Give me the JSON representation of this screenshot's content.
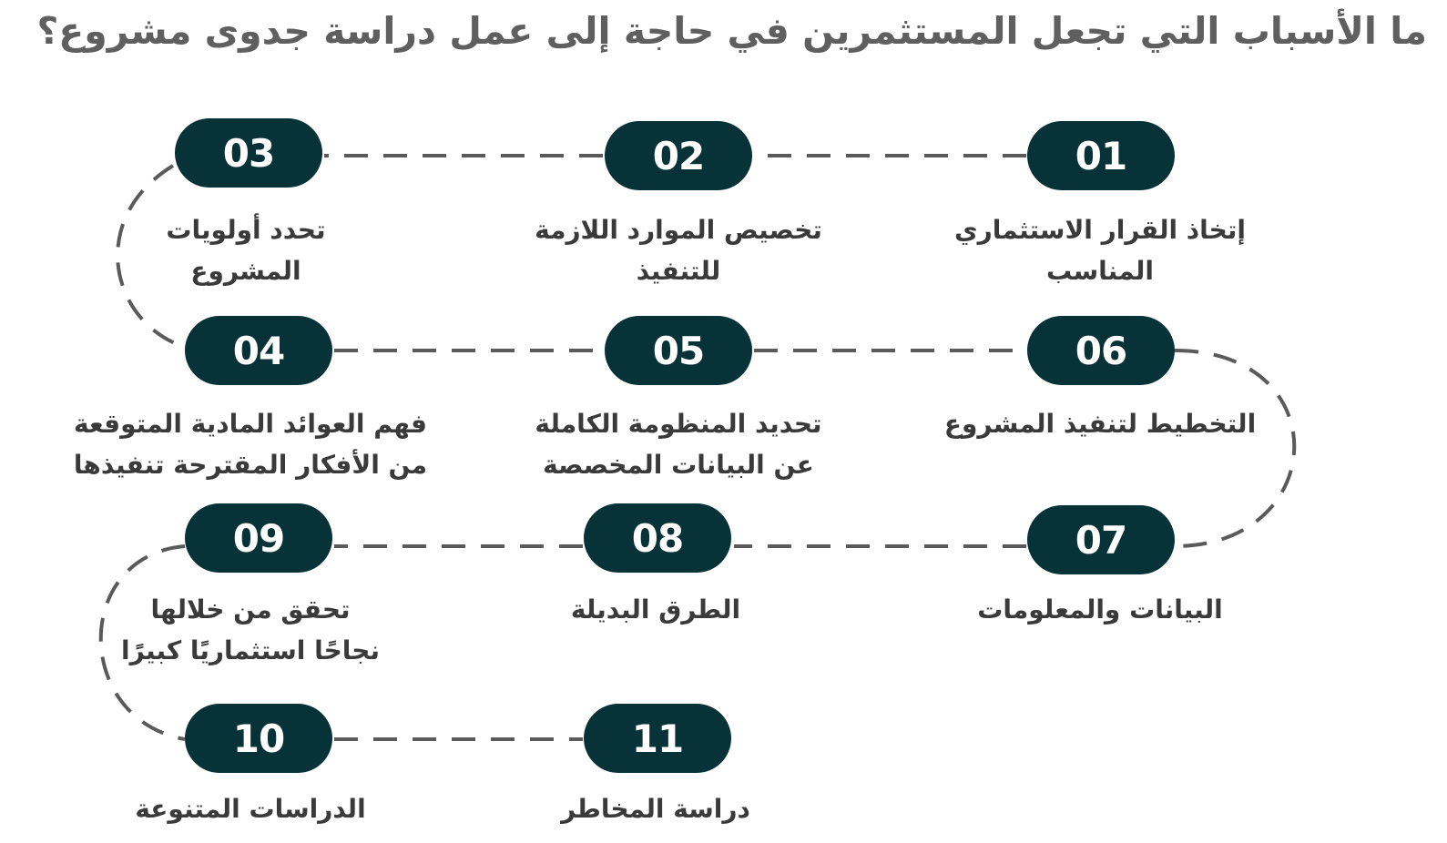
{
  "title": "ما الأسباب التي تجعل المستثمرين في حاجة إلى عمل دراسة جدوى مشروع؟",
  "colors": {
    "pill_bg": "#073338",
    "pill_text": "#ffffff",
    "title_text": "#5f5f5f",
    "label_text": "#3a3a3a",
    "connector": "#5a5a5a",
    "background": "#ffffff"
  },
  "steps": [
    {
      "number": "01",
      "label_lines": [
        "إتخاذ القرار الاستثماري",
        "المناسب"
      ]
    },
    {
      "number": "02",
      "label_lines": [
        "تخصيص الموارد اللازمة",
        "للتنفيذ"
      ]
    },
    {
      "number": "03",
      "label_lines": [
        "تحدد أولويات",
        "المشروع"
      ]
    },
    {
      "number": "04",
      "label_lines": [
        "فهم العوائد المادية المتوقعة",
        "من الأفكار المقترحة تنفيذها"
      ]
    },
    {
      "number": "05",
      "label_lines": [
        "تحديد المنظومة الكاملة",
        "عن البيانات المخصصة"
      ]
    },
    {
      "number": "06",
      "label_lines": [
        "التخطيط لتنفيذ المشروع"
      ]
    },
    {
      "number": "07",
      "label_lines": [
        "البيانات والمعلومات"
      ]
    },
    {
      "number": "08",
      "label_lines": [
        "الطرق البديلة"
      ]
    },
    {
      "number": "09",
      "label_lines": [
        "تحقق من خلالها",
        "نجاحًا استثماريًا كبيرًا"
      ]
    },
    {
      "number": "10",
      "label_lines": [
        "الدراسات المتنوعة"
      ]
    },
    {
      "number": "11",
      "label_lines": [
        "دراسة المخاطر"
      ]
    }
  ]
}
